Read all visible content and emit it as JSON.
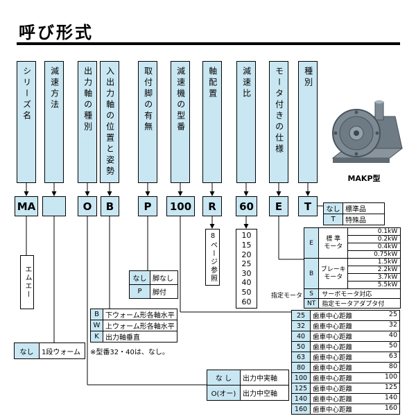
{
  "title": "呼び形式",
  "columns": [
    {
      "header": "シリーズ名",
      "code": "MA"
    },
    {
      "header": "減速方法",
      "code": ""
    },
    {
      "header": "出力軸の種別",
      "code": "O"
    },
    {
      "header": "入出力軸の位置と姿勢",
      "code": "B"
    },
    {
      "header": "取付脚の有無",
      "code": "P"
    },
    {
      "header": "減速機の型番",
      "code": "100"
    },
    {
      "header": "軸配置",
      "code": "R"
    },
    {
      "header": "減速比",
      "code": "60"
    },
    {
      "header": "モータ付きの仕様",
      "code": "E"
    },
    {
      "header": "種別",
      "code": "T"
    }
  ],
  "product": {
    "model_label": "MAKP型"
  },
  "series": {
    "value": "エムエー"
  },
  "reduction_method": {
    "key": "なし",
    "value": "1段ウォーム"
  },
  "shaft_position": {
    "rows": [
      {
        "key": "B",
        "value": "下ウォーム形各軸水平"
      },
      {
        "key": "W",
        "value": "上ウォーム形各軸水平"
      },
      {
        "key": "K",
        "value": "出力軸垂直"
      }
    ],
    "note": "※型番32・40は、なし。"
  },
  "mounting_leg": {
    "rows": [
      {
        "key": "なし",
        "value": "脚なし"
      },
      {
        "key": "P",
        "value": "脚付"
      }
    ]
  },
  "shaft_arrangement": {
    "value": "8ページ参照"
  },
  "reduction_ratio": {
    "values": [
      "10",
      "15",
      "20",
      "25",
      "30",
      "40",
      "50",
      "60"
    ]
  },
  "output_shaft": {
    "rows": [
      {
        "key": "な し",
        "value": "出力中実軸"
      },
      {
        "key": "O(オー)",
        "value": "出力中空軸"
      }
    ]
  },
  "motor_spec": {
    "annotation": "指定モータ",
    "groups": [
      {
        "key": "E",
        "type_lines": [
          "標 準",
          "モータ"
        ],
        "kw": [
          "0.1kW",
          "0.2kW",
          "0.4kW",
          "0.75kW"
        ]
      },
      {
        "key": "B",
        "type_lines": [
          "ブレーキ",
          "モータ"
        ],
        "kw": [
          "1.5kW",
          "2.2kW",
          "3.7kW",
          "5.5kW"
        ]
      }
    ],
    "rows": [
      {
        "key": "S",
        "value": "サーボモータ対応"
      },
      {
        "key": "NT",
        "value": "指定モータアダプタ付"
      }
    ]
  },
  "model_number": {
    "label": "歯車中心距離",
    "rows": [
      {
        "key": "25",
        "value": "25"
      },
      {
        "key": "32",
        "value": "32"
      },
      {
        "key": "40",
        "value": "40"
      },
      {
        "key": "50",
        "value": "50"
      },
      {
        "key": "63",
        "value": "63"
      },
      {
        "key": "80",
        "value": "80"
      },
      {
        "key": "100",
        "value": "100"
      },
      {
        "key": "125",
        "value": "125"
      },
      {
        "key": "140",
        "value": "140"
      },
      {
        "key": "160",
        "value": "160"
      }
    ]
  },
  "type_table": {
    "rows": [
      {
        "key": "なし",
        "value": "標準品"
      },
      {
        "key": "T",
        "value": "特殊品"
      }
    ]
  },
  "colors": {
    "accent": "#c9e7f2"
  }
}
